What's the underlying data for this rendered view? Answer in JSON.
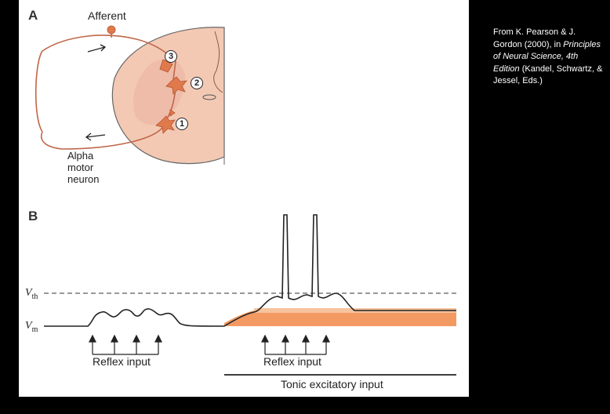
{
  "panel_a": {
    "letter": "A",
    "afferent_label": "Afferent",
    "motor_label": [
      "Alpha",
      "motor",
      "neuron"
    ],
    "neuron_numbers": [
      "1",
      "2",
      "3"
    ]
  },
  "panel_b": {
    "letter": "B",
    "vth_label": "V",
    "vth_sub": "th",
    "vm_label": "V",
    "vm_sub": "m",
    "reflex_label_left": "Reflex input",
    "reflex_label_right": "Reflex input",
    "tonic_label": "Tonic excitatory input"
  },
  "caption": {
    "line1": "From K. Pearson & J. Gordon (2000), in",
    "italic": "Principles of Neural Science, 4th Edition",
    "line3": "(Kandel, Schwartz, & Jessel, Eds.)"
  },
  "colors": {
    "spinal_fill": "#f3c9b4",
    "neuron": "#e07a4c",
    "fiber": "#c0674a",
    "tonic_fill": "#f39a63",
    "tonic_band": "#f6c39c"
  }
}
